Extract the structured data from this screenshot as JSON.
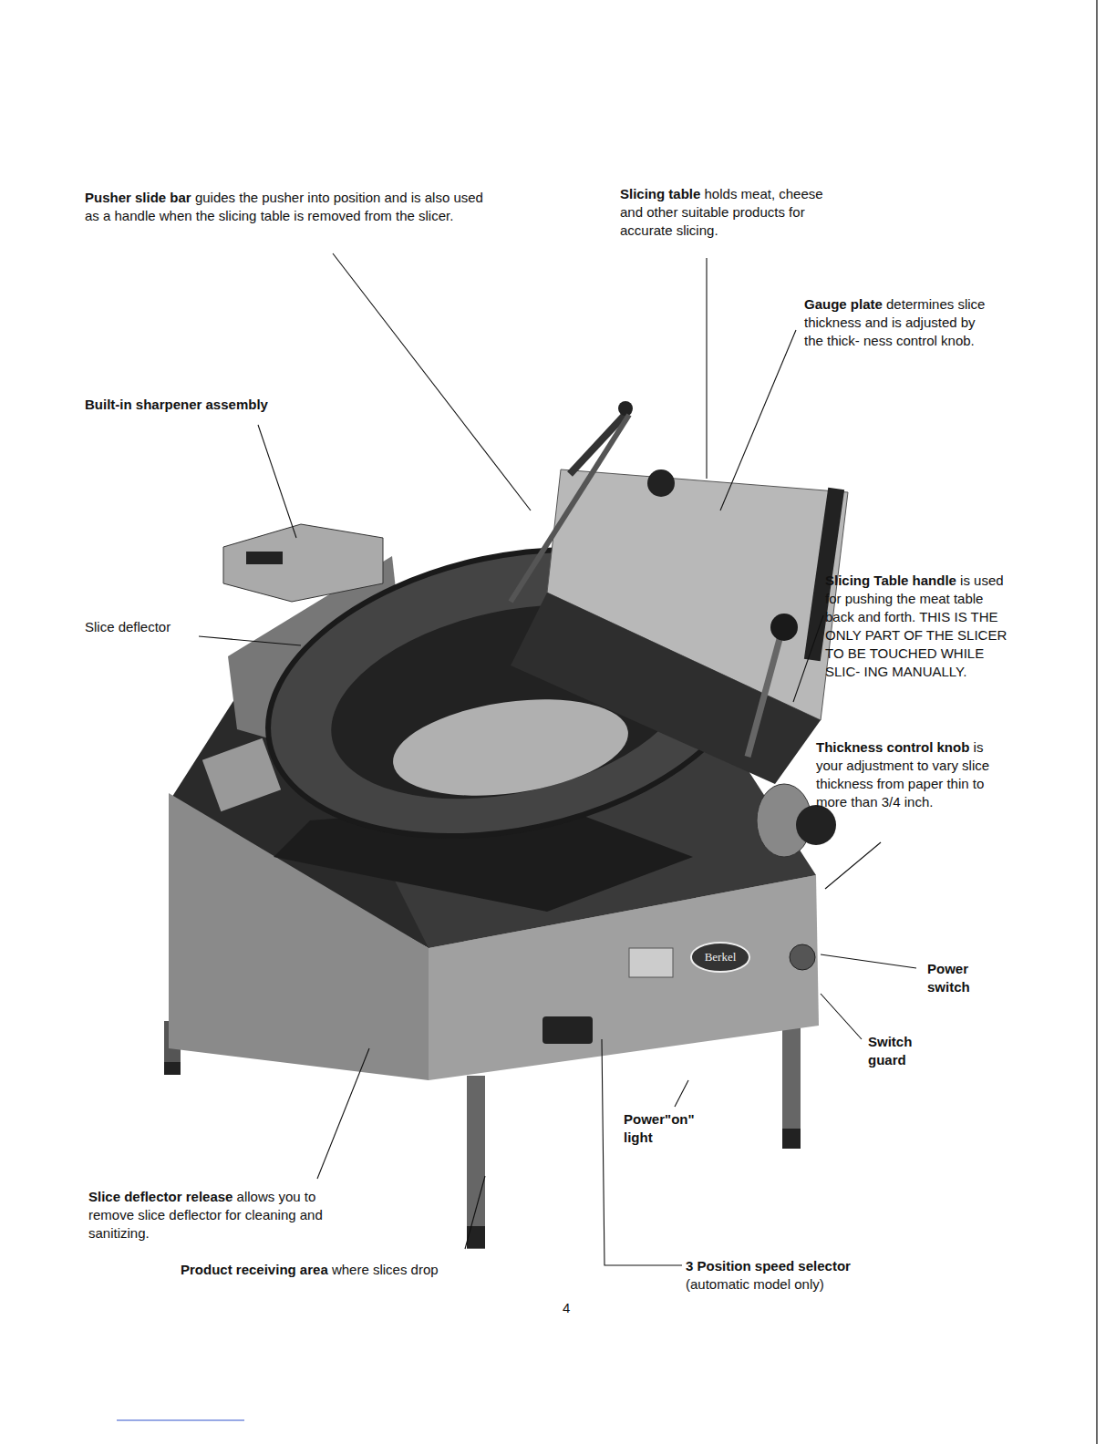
{
  "diagram": {
    "labels": [
      "Pusher slide bar",
      "guides the pusher into position and is also used as a handle when the slicing table is removed from the slicer.",
      "Slicing table",
      "holds meat, cheese and other suitable products for accurate slicing.",
      "Gauge plate",
      "determines slice thickness and is adjusted by the thick- ness control knob.",
      "Built-in sharpener assembly",
      "Slice deflector",
      "Slicing Table handle",
      "is used for pushing the meat table back and forth. THIS IS THE ONLY PART OF THE SLICER TO BE TOUCHED WHILE SLIC- ING MANUALLY.",
      "Thickness control knob",
      "is your adjustment to vary slice thickness from paper thin to more than 3/4 inch.",
      "Power switch",
      "Switch guard",
      "Power\"on\" light",
      "Slice deflector release",
      "allows you to remove slice deflector for cleaning and sanitizing.",
      "Product receiving area",
      "where slices drop",
      "3 Position speed selector",
      "(automatic model only)",
      "4",
      "Berkel"
    ]
  }
}
